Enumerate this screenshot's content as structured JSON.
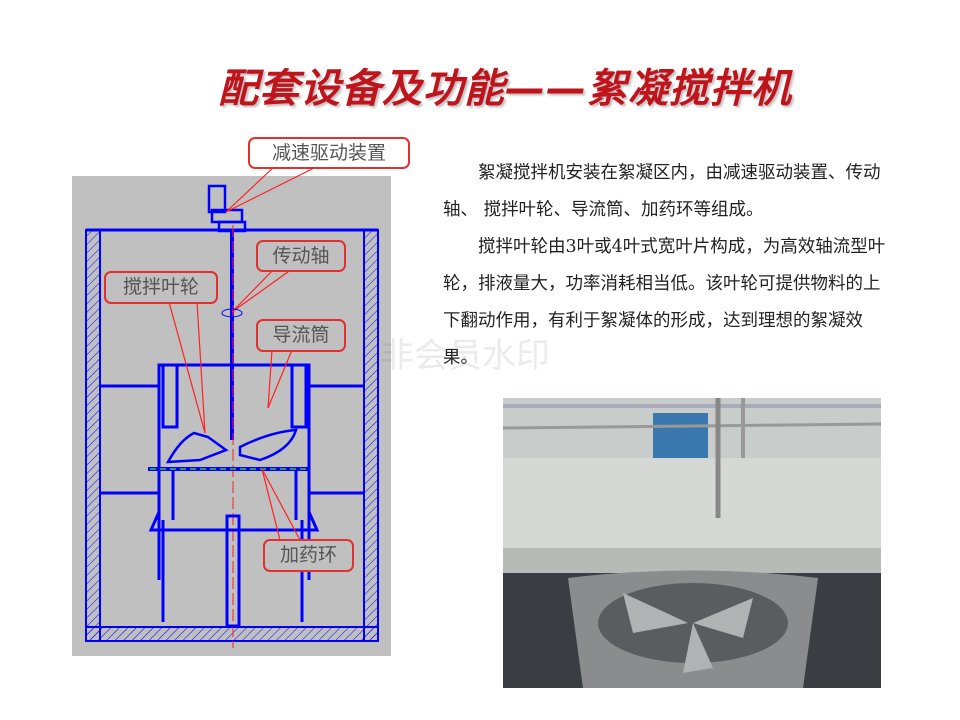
{
  "title": "配套设备及功能——絮凝搅拌机",
  "diagram": {
    "labels": {
      "drive": "减速驱动装置",
      "shaft": "传动轴",
      "impeller": "搅拌叶轮",
      "draft_tube": "导流筒",
      "dosing_ring": "加药环"
    }
  },
  "description": {
    "paragraphs": [
      "絮凝搅拌机安装在絮凝区内，由减速驱动装置、传动轴、 搅拌叶轮、导流筒、加药环等组成。",
      "搅拌叶轮由3叶或4叶式宽叶片构成，为高效轴流型叶轮，排液量大，功率消耗相当低。该叶轮可提供物料的上下翻动作用，有利于絮凝体的形成，达到理想的絮凝效果。"
    ]
  },
  "watermark": "非会员水印",
  "colors": {
    "title": "#c0141c",
    "diagram_line": "#0000ff",
    "callout_border": "#e03030"
  }
}
